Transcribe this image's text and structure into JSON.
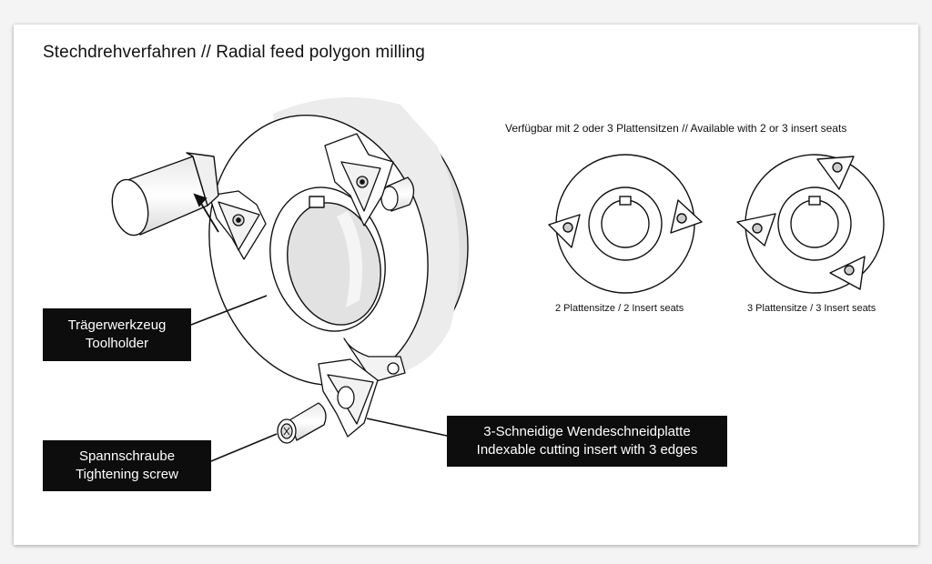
{
  "title": "Stechdrehverfahren // Radial feed polygon milling",
  "availability": "Verfügbar mit 2 oder 3 Plattensitzen // Available with 2 or 3 insert seats",
  "variants": {
    "two_seats": "2 Plattensitze / 2 Insert seats",
    "three_seats": "3 Plattensitze / 3 Insert seats"
  },
  "callouts": {
    "toolholder": {
      "line1": "Trägerwerkzeug",
      "line2": "Toolholder"
    },
    "screw": {
      "line1": "Spannschraube",
      "line2": "Tightening screw"
    },
    "insert": {
      "line1": "3-Schneidige Wendeschneidplatte",
      "line2": "Indexable cutting insert with 3 edges"
    }
  }
}
